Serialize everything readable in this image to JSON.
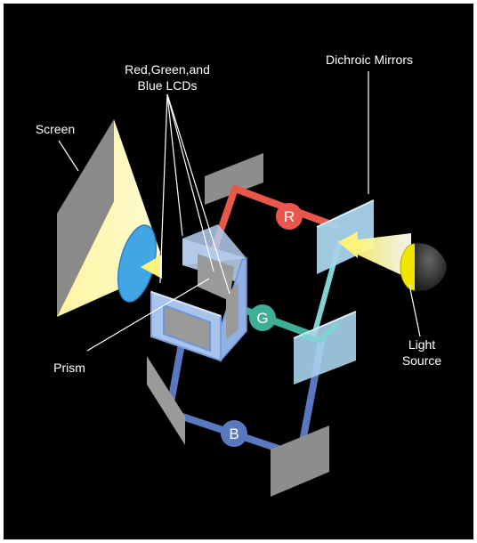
{
  "labels": {
    "lcds_line1": "Red,Green,and",
    "lcds_line2": "Blue LCDs",
    "dichroic": "Dichroic Mirrors",
    "screen": "Screen",
    "prism": "Prism",
    "light_line1": "Light",
    "light_line2": "Source"
  },
  "beams": {
    "red": "R",
    "green": "G",
    "blue": "B"
  },
  "colors": {
    "background": "#000000",
    "red_beam": "#e8574a",
    "green_beam": "#3fae96",
    "blue_beam": "#5a78c0",
    "light_beam": "#fff7b0",
    "lens": "#4aa8e6",
    "mirror": "#a9d3ec",
    "prism": "#a6c4ec"
  }
}
